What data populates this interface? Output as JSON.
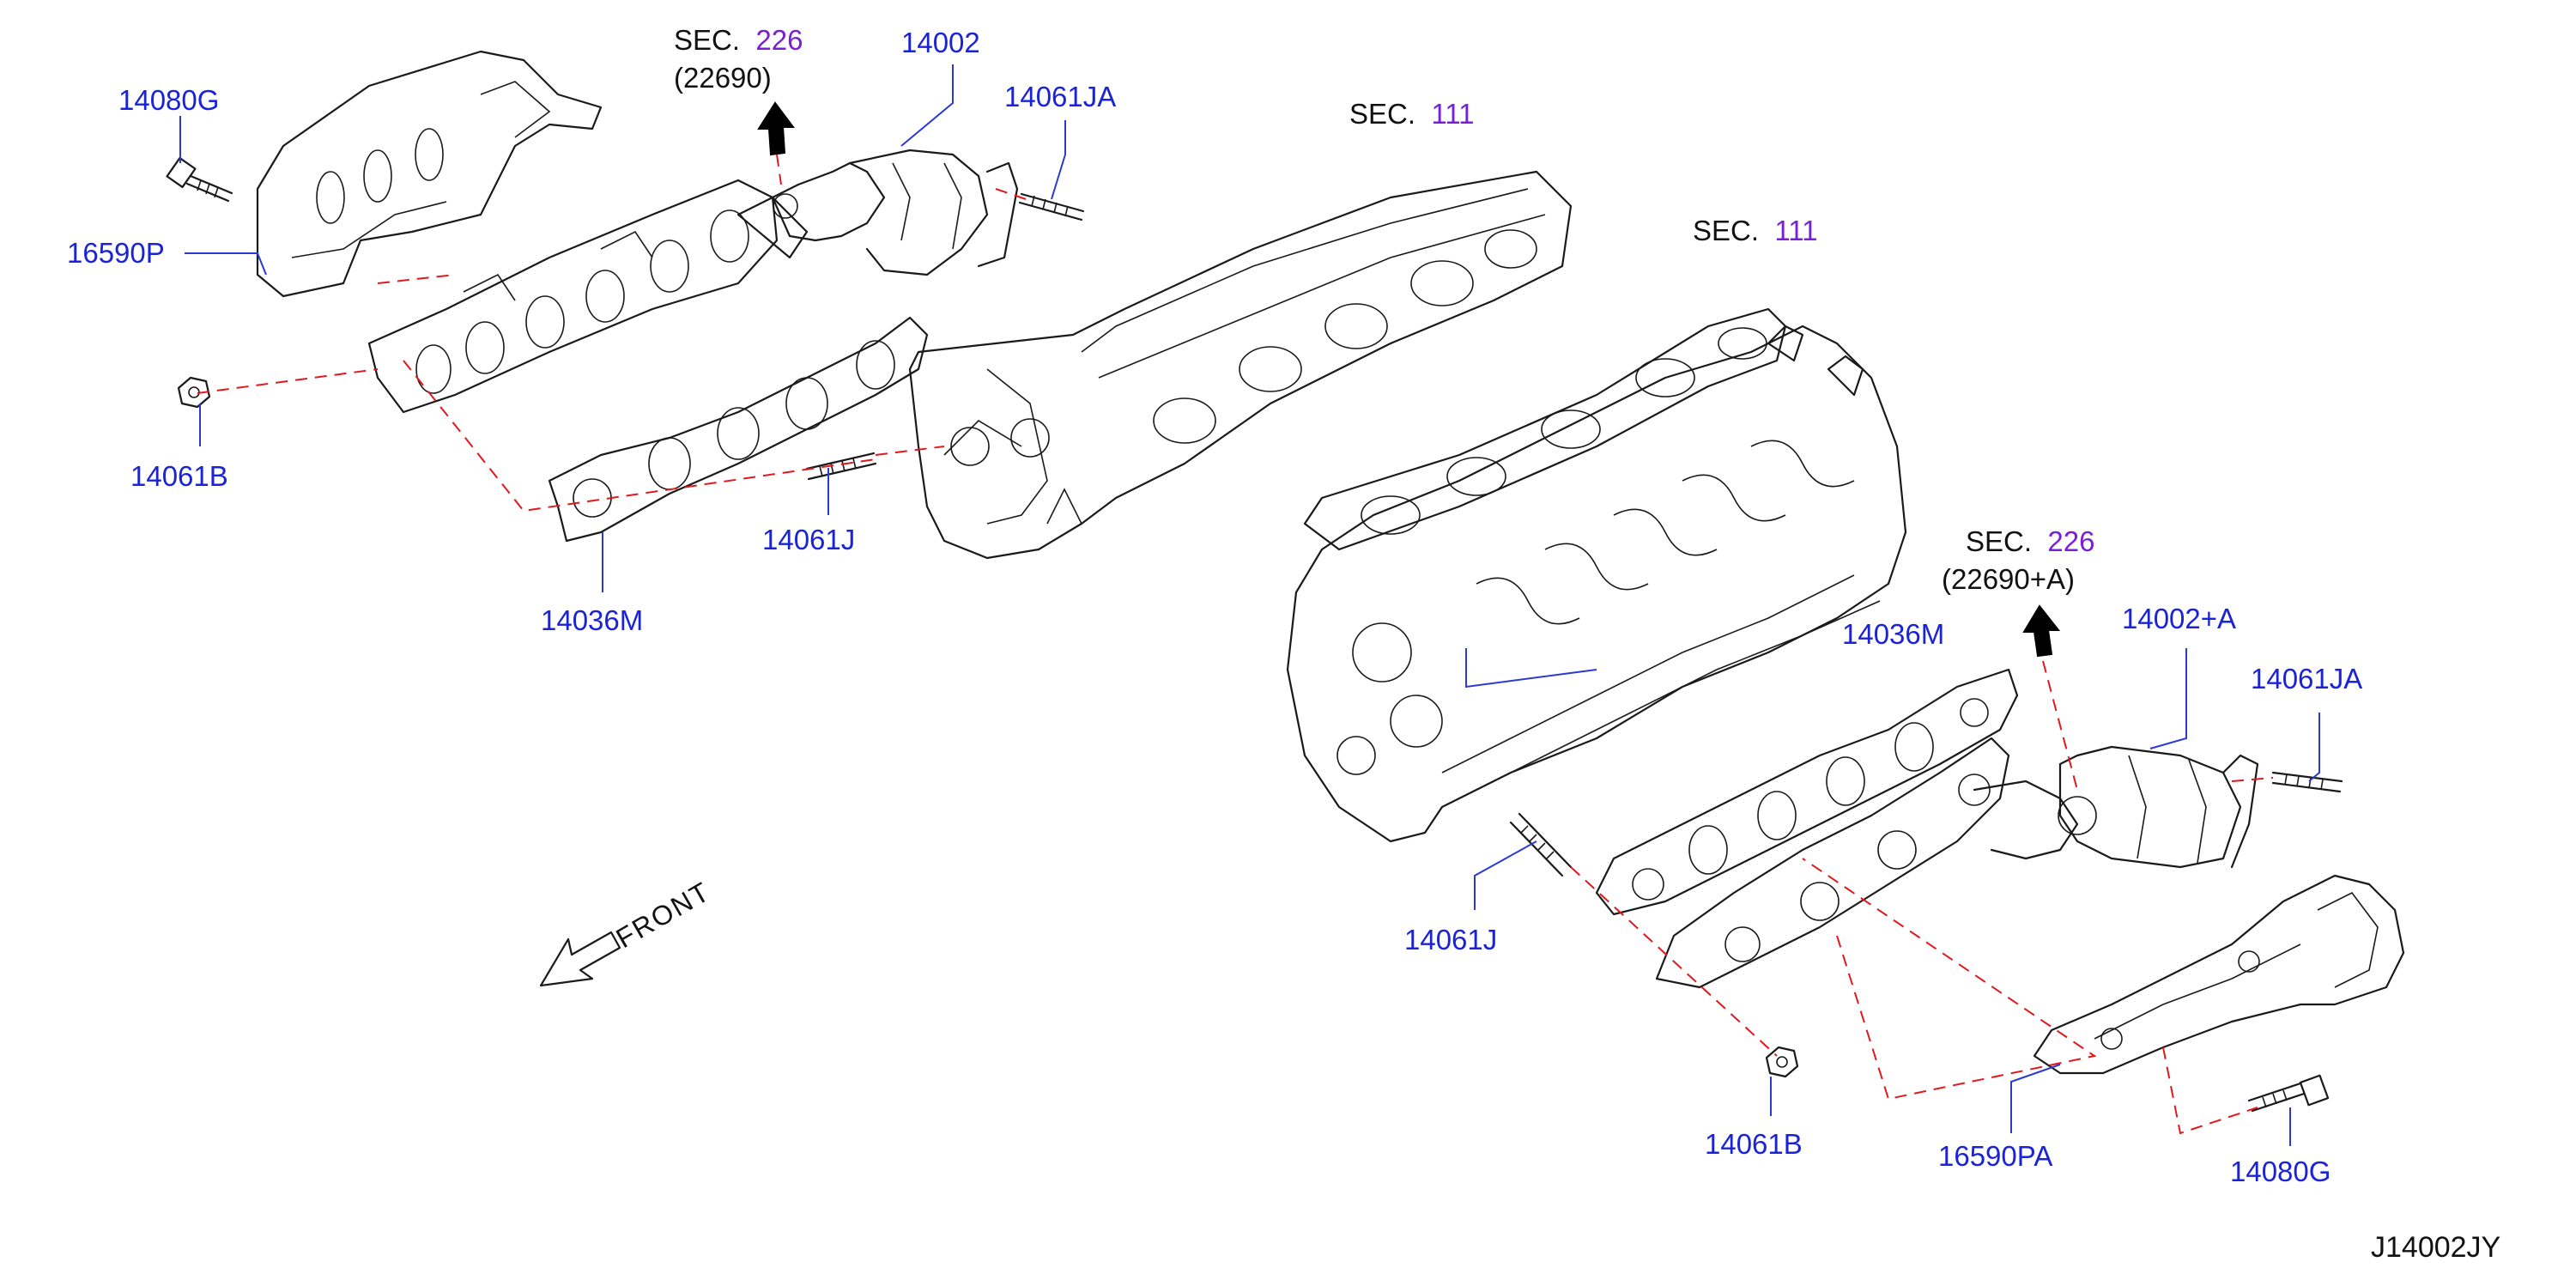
{
  "diagram": {
    "id_code": "J14002JY",
    "front_label": "FRONT"
  },
  "sections": [
    {
      "prefix": "SEC.",
      "number": "226",
      "sub": "(22690)"
    },
    {
      "prefix": "SEC.",
      "number": "111"
    },
    {
      "prefix": "SEC.",
      "number": "111"
    },
    {
      "prefix": "SEC.",
      "number": "226",
      "sub": "(22690+A)"
    }
  ],
  "parts": {
    "p14080G_left": "14080G",
    "p16590P": "16590P",
    "p14061B_left": "14061B",
    "p14002": "14002",
    "p14061JA_left": "14061JA",
    "p14061J_left": "14061J",
    "p14036M_left": "14036M",
    "p14036M_right": "14036M",
    "p14002A": "14002+A",
    "p14061JA_right": "14061JA",
    "p14061J_right": "14061J",
    "p14061B_right": "14061B",
    "p16590PA": "16590PA",
    "p14080G_right": "14080G"
  },
  "colors": {
    "callout": "#1a24d6",
    "section_number": "#7a1fd6",
    "dashed_guide": "#e0191e",
    "line_art": "#1a1a1a"
  }
}
